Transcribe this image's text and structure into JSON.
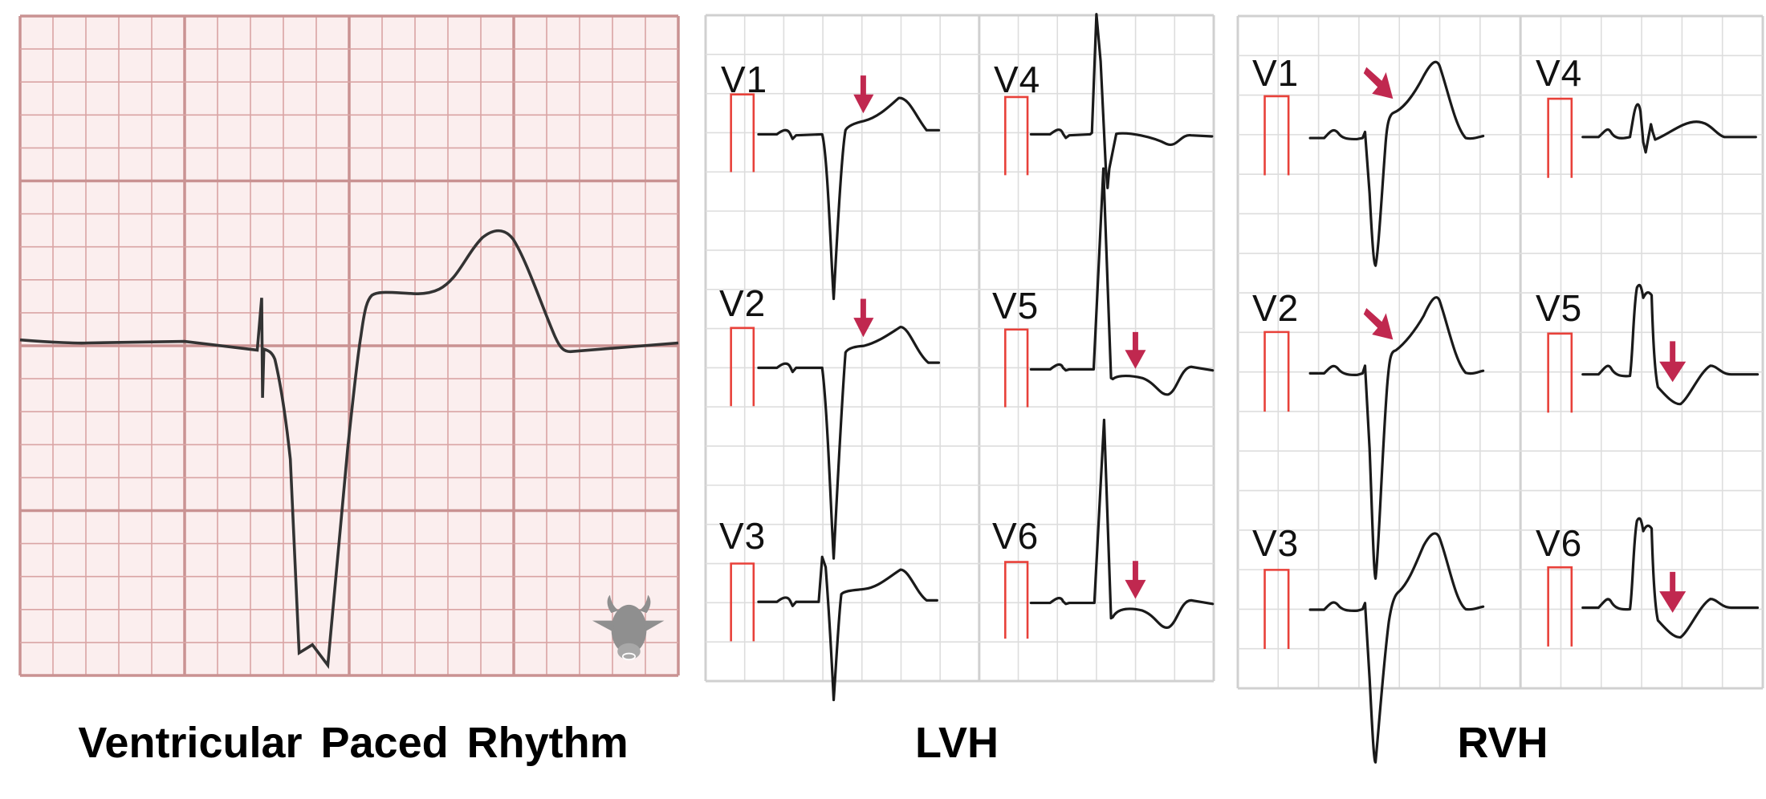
{
  "panels": [
    {
      "title": "Ventricular Paced Rhythm"
    },
    {
      "title": "LVH",
      "leads": [
        "V1",
        "V2",
        "V3",
        "V4",
        "V5",
        "V6"
      ]
    },
    {
      "title": "RVH",
      "leads": [
        "V1",
        "V2",
        "V3",
        "V4",
        "V5",
        "V6"
      ]
    }
  ],
  "colors": {
    "paper_pink": "#fbeeee",
    "grid_pink": "#d9a4a4",
    "grid_pink_major": "#c99292",
    "grid_gray": "#dddddd",
    "calibration_red": "#e8413a",
    "arrow_magenta": "#c0284f",
    "trace": "#1a1a1a"
  },
  "icons": {
    "watermark": "bull-head-icon"
  }
}
